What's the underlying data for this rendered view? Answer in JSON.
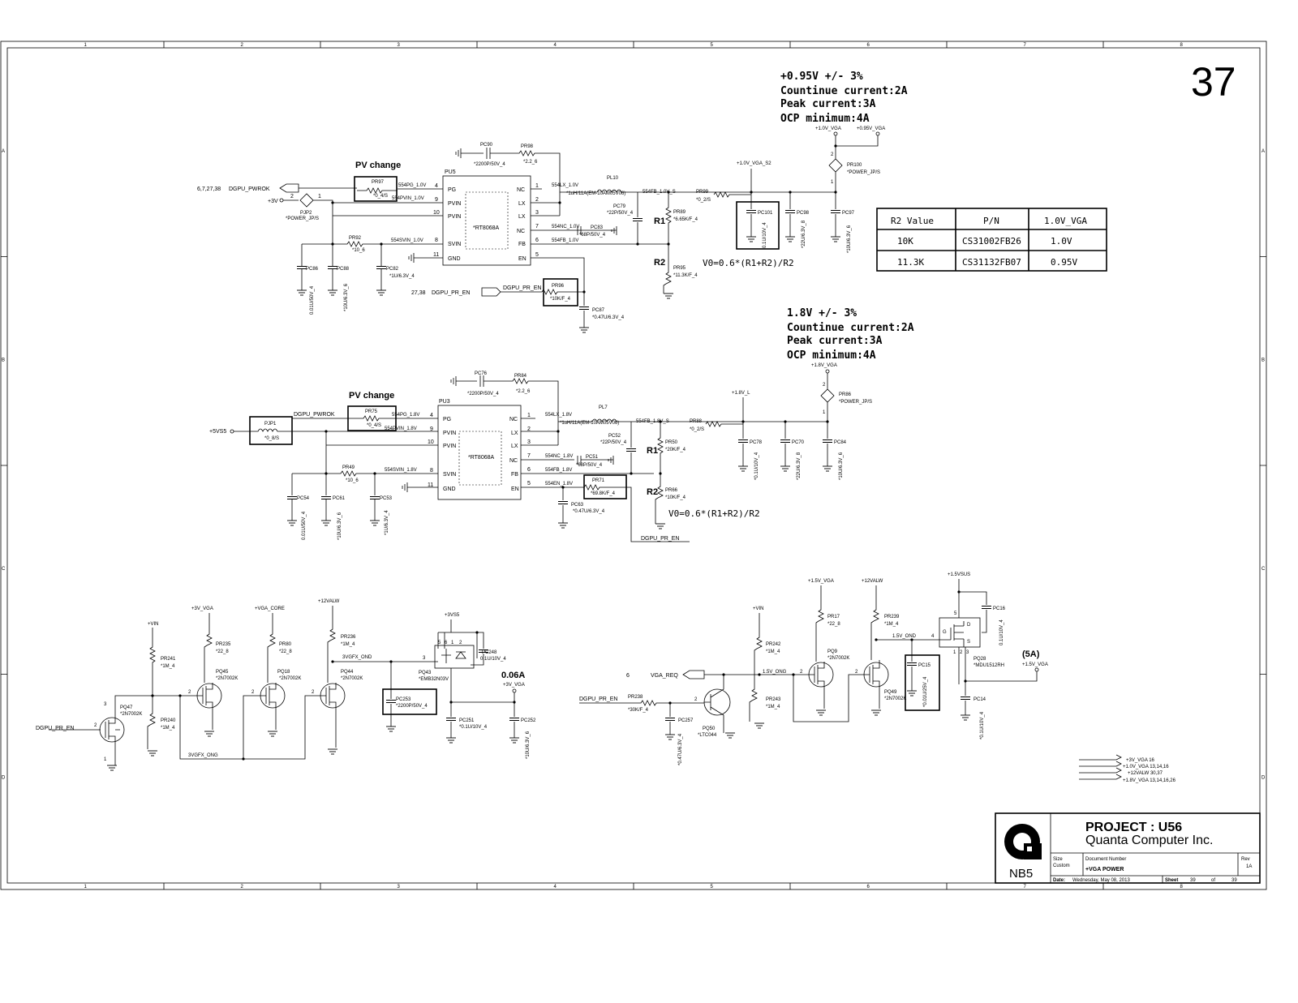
{
  "sheet_number": "37",
  "border": {
    "columns": [
      "1",
      "2",
      "3",
      "4",
      "5",
      "6",
      "7",
      "8"
    ],
    "rows": [
      "A",
      "B",
      "C",
      "D"
    ]
  },
  "reg1": {
    "spec": [
      "+0.95V  +/- 3%",
      "Countinue current:2A",
      "Peak current:3A",
      "OCP minimum:4A"
    ],
    "pv_change": "PV change",
    "ic_ref": "PU5",
    "ic_part": "*RT8068A",
    "pins_left": [
      "PG",
      "PVIN",
      "PVIN",
      "SVIN",
      "GND"
    ],
    "pins_left_no": [
      "4",
      "9",
      "10",
      "8",
      "11"
    ],
    "pins_right": [
      "NC",
      "LX",
      "LX",
      "NC",
      "FB",
      "EN"
    ],
    "pins_right_no": [
      "1",
      "2",
      "3",
      "7",
      "6",
      "5"
    ],
    "pwrok_sheets": "6,7,27,38",
    "pwrok_net": "DGPU_PWROK",
    "pr_en_sheets": "27,38",
    "pr_en_net": "DGPU_PR_EN",
    "pr_en_net2": "DGPU_PR_EN",
    "net_3v": "+3V",
    "pjp2": "PJP2",
    "pjp2_val": "*POWER_JP/S",
    "pr97": "PR97",
    "pr97_val": "*0_4/S",
    "net_pg": "554PG_1.0V",
    "net_pvin": "554PVIN_1.0V",
    "net_svin": "554SVIN_1.0V",
    "net_lx": "554LX_1.0V",
    "net_nc": "554NC_1.0V",
    "net_fb": "554FB_1.0V",
    "net_fbs": "554FB_1.0V_S",
    "pc90": "PC90",
    "pc90_val": "*2200P/50V_4",
    "pr98": "PR98",
    "pr98_val": "*2.2_6",
    "pl10": "PL10",
    "pl10_val": "*1uH/11A(EM-10AM05V06)",
    "pc79": "PC79",
    "pc79_val": "*22P/50V_4",
    "pc83": "PC83",
    "pc83_val": "*68P/50V_4",
    "pr89": "PR89",
    "pr89_val": "*6.65K/F_4",
    "pr95": "PR95",
    "pr95_val": "*11.3K/F_4",
    "pr99": "PR99",
    "pr99_val": "*0_2/S",
    "pr92": "PR92",
    "pr92_val": "*10_6",
    "pc86": "PC86",
    "pc86_val": "0.01U/50V_4",
    "pc88": "PC88",
    "pc88_val": "*10U/6.3V_6",
    "pc82": "PC82",
    "pc82_val": "*1U/6.3V_4",
    "pr96": "PR96",
    "pr96_val": "*10K/F_4",
    "pc87": "PC87",
    "pc87_val": "*0.47U/6.3V_4",
    "net_s2": "+1.0V_VGA_S2",
    "pc101": "PC101",
    "pc101_val": "0.1U/10V_4",
    "pc98": "PC98",
    "pc98_val": "*22U/6.3V_8",
    "pc97": "PC97",
    "pc97_val": "*10U/6.3V_6",
    "net_out_a": "+1.0V_VGA",
    "net_out_b": "+0.95V_VGA",
    "pr100": "PR100",
    "pr100_val": "*POWER_JP/S",
    "r1": "R1",
    "r2": "R2",
    "formula": "V0=0.6*(R1+R2)/R2"
  },
  "r2_table": {
    "headers": [
      "R2 Value",
      "P/N",
      "1.0V_VGA"
    ],
    "rows": [
      [
        "10K",
        "CS31002FB26",
        "1.0V"
      ],
      [
        "11.3K",
        "CS31132FB07",
        "0.95V"
      ]
    ]
  },
  "reg2": {
    "spec": [
      "1.8V  +/- 3%",
      "Countinue current:2A",
      "Peak current:3A",
      "OCP minimum:4A"
    ],
    "pv_change": "PV change",
    "ic_ref": "PU3",
    "ic_part": "*RT8068A",
    "pins_left": [
      "PG",
      "PVIN",
      "PVIN",
      "SVIN",
      "GND"
    ],
    "pins_left_no": [
      "4",
      "9",
      "10",
      "8",
      "11"
    ],
    "pins_right": [
      "NC",
      "LX",
      "LX",
      "NC",
      "FB",
      "EN"
    ],
    "pins_right_no": [
      "1",
      "2",
      "3",
      "7",
      "6",
      "5"
    ],
    "net_5vs5": "+5VS5",
    "pjp1": "PJP1",
    "pjp1_val": "*0_8/S",
    "pwrok_net": "DGPU_PWROK",
    "pr75": "PR75",
    "pr75_val": "*0_4/S",
    "net_pg": "554PG_1.8V",
    "net_pvin": "554PVIN_1.8V",
    "net_svin": "554SVIN_1.8V",
    "net_lx": "554LX_1.8V",
    "net_nc": "554NC_1.8V",
    "net_fb": "554FB_1.8V",
    "net_fbs": "554FB_1.8V_S",
    "net_en": "554EN_1.8V",
    "pc76": "PC76",
    "pc76_val": "*2200P/50V_4",
    "pr84": "PR84",
    "pr84_val": "*2.2_6",
    "pl7": "PL7",
    "pl7_val": "*1uH/11A(EM-10AM05V06)",
    "pc52": "PC52",
    "pc52_val": "*22P/50V_4",
    "pc51": "PC51",
    "pc51_val": "*68P/50V_4",
    "pr50": "PR50",
    "pr50_val": "*20K/F_4",
    "pr66": "PR66",
    "pr66_val": "*10K/F_4",
    "pr88": "PR88",
    "pr88_val": "*0_2/S",
    "pr49": "PR49",
    "pr49_val": "*10_6",
    "pc54": "PC54",
    "pc54_val": "0.01U/50V_4",
    "pc61": "PC61",
    "pc61_val": "*10U/6.3V_6",
    "pc53": "PC53",
    "pc53_val": "*1U/6.3V_4",
    "pr71": "PR71",
    "pr71_val": "*69.8K/F_4",
    "pc63": "PC63",
    "pc63_val": "*0.47U/6.3V_4",
    "net_18l": "+1.8V_L",
    "pc78": "PC78",
    "pc78_val": "*0.1U/10V_4",
    "pc70": "PC70",
    "pc70_val": "*22U/6.3V_8",
    "pc84": "PC84",
    "pc84_val": "*10U/6.3V_6",
    "net_out": "+1.8V_VGA",
    "pr86": "PR86",
    "pr86_val": "*POWER_JP/S",
    "r1": "R1",
    "r2": "R2",
    "formula": "V0=0.6*(R1+R2)/R2",
    "en_net": "DGPU_PR_EN"
  },
  "sw3v": {
    "vin": "+VIN",
    "v3": "+3V_VGA",
    "vcore": "+VGA_CORE",
    "v12": "+12VALW",
    "v3s5": "+3VS5",
    "pr241": "PR241",
    "pr241_val": "*1M_4",
    "pr240": "PR240",
    "pr240_val": "*1M_4",
    "pr235": "PR235",
    "pr235_val": "*22_8",
    "pr80": "PR80",
    "pr80_val": "*22_8",
    "pr236": "PR236",
    "pr236_val": "*1M_4",
    "pq47": "PQ47",
    "pq47_val": "*2N7002K",
    "pq45": "PQ45",
    "pq45_val": "*2N7002K",
    "pq18": "PQ18",
    "pq18_val": "*2N7002K",
    "pq44": "PQ44",
    "pq44_val": "*2N7002K",
    "pq43": "PQ43",
    "pq43_val": "*EMB32N03V",
    "pc248": "PC248",
    "pc248_val": "0.1U/10V_4",
    "pc253": "PC253",
    "pc253_val": "*2200P/50V_4",
    "pc251": "PC251",
    "pc251_val": "*0.1U/10V_4",
    "pc252": "PC252",
    "pc252_val": "*10U/6.3V_6",
    "net_ond": "3VGFX_OND",
    "net_ong": "3VGFX_ONG",
    "en": "DGPU_PR_EN",
    "current": "0.06A",
    "out": "+3V_VGA"
  },
  "sw15v": {
    "vin": "+VIN",
    "v15": "+1.5V_VGA",
    "v12": "+12VALW",
    "v15sus": "+1.5VSUS",
    "vga_req_sheet": "6",
    "vga_req": "VGA_REQ",
    "en": "DGPU_PR_EN",
    "pr238": "PR238",
    "pr238_val": "*30K/F_4",
    "pc257": "PC257",
    "pc257_val": "*0.47U/6.3V_4",
    "pq50": "PQ50",
    "pq50_val": "*LTC044",
    "pr242": "PR242",
    "pr242_val": "*1M_4",
    "pr243": "PR243",
    "pr243_val": "*1M_4",
    "pr17": "PR17",
    "pr17_val": "*22_8",
    "pr239": "PR239",
    "pr239_val": "*1M_4",
    "pq9": "PQ9",
    "pq9_val": "*2N7002K",
    "pq49": "PQ49",
    "pq49_val": "*2N7002K",
    "pc15": "PC15",
    "pc15_val": "*0.01U/25V_4",
    "pq28": "PQ28",
    "pq28_val": "*MDU1512RH",
    "pc16": "PC16",
    "pc16_val": "0.1U/10V_4",
    "pc14": "PC14",
    "pc14_val": "*0.1U/10V_4",
    "net_ong": "1.5V_ONG",
    "net_ond": "1.5V_OND",
    "current": "(5A)",
    "out": "+1.5V_VGA"
  },
  "offpage": [
    {
      "net": "+3V_VGA",
      "sheets": "16"
    },
    {
      "net": "+1.0V_VGA",
      "sheets": "13,14,16"
    },
    {
      "net": "+12VALW",
      "sheets": "30,37"
    },
    {
      "net": "+1.8V_VGA",
      "sheets": "13,14,16,26"
    }
  ],
  "title_block": {
    "project": "PROJECT : U56",
    "company": "Quanta Computer Inc.",
    "logo_text": "NB5",
    "size_label": "Size",
    "size_value": "Custom",
    "docnum_label": "Document Number",
    "doc_title": "+VGA POWER",
    "rev_label": "Rev",
    "rev_value": "1A",
    "date_label": "Date:",
    "date_value": "Wednesday, May 08, 2013",
    "sheet_label": "Sheet",
    "sheet_no": "39",
    "of_label": "of",
    "sheet_total": "39"
  }
}
